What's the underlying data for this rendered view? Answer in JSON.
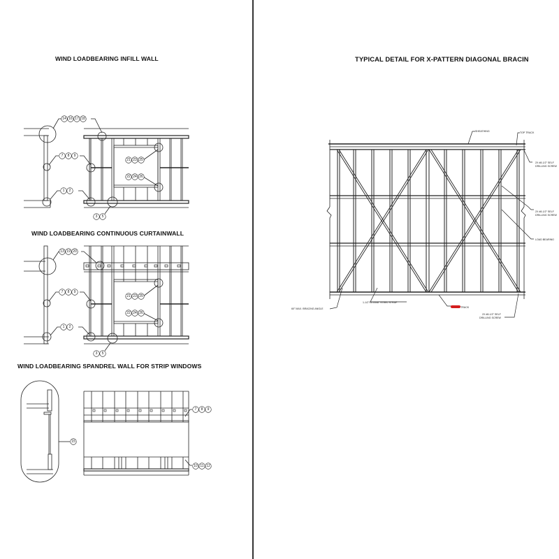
{
  "sheet": {
    "left_panel": {
      "details": [
        {
          "title": "WIND LOADBEARING INFILL WALL",
          "callouts": {
            "top": [
              "14",
              "16",
              "17",
              "18"
            ],
            "middle": [
              "7",
              "8",
              "9"
            ],
            "bottom": [
              "1",
              "2"
            ],
            "base": [
              "3",
              "5"
            ],
            "window_head": [
              "21",
              "23",
              "25"
            ],
            "window_sill": [
              "22",
              "24",
              "26"
            ]
          }
        },
        {
          "title": "WIND LOADBEARING CONTINUOUS CURTAINWALL",
          "callouts": {
            "top": [
              "13",
              "19",
              "20"
            ],
            "middle": [
              "7",
              "8",
              "9"
            ],
            "bottom": [
              "1",
              "2"
            ],
            "base": [
              "3",
              "5"
            ],
            "window_head": [
              "21",
              "23",
              "25"
            ],
            "window_sill": [
              "22",
              "24",
              "26"
            ]
          }
        },
        {
          "title": "WIND LOADBEARING SPANDREL WALL FOR STRIP WINDOWS",
          "callouts": {
            "section": [
              "15"
            ],
            "top": [
              "7",
              "8",
              "9"
            ],
            "bottom": [
              "10",
              "11",
              "12"
            ]
          }
        }
      ]
    },
    "right_panel": {
      "title": "TYPICAL DETAIL FOR X-PATTERN DIAGONAL BRACIN",
      "notes": {
        "sheathing": "SHEATHING",
        "top_track": "TOP TRACK",
        "screw_1a": "2X #8-1/2\" SELF",
        "screw_1b": "DRILLING SCREW",
        "screw_2a": "2X #8-1/2\" SELF",
        "screw_2b": "DRILLING SCREW",
        "load_bearing": "LOAD BEARING",
        "bracing_angle": "60° MAX. BRACING ANGLE",
        "steel_strap": "1-1/2\"X0.0346\" STEEL STRAP",
        "track": "TRACK",
        "screw_3a": "2X #8-1/2\" SELF",
        "screw_3b": "DRILLING SCREW"
      },
      "highlight_color": "#d41e1e"
    }
  }
}
